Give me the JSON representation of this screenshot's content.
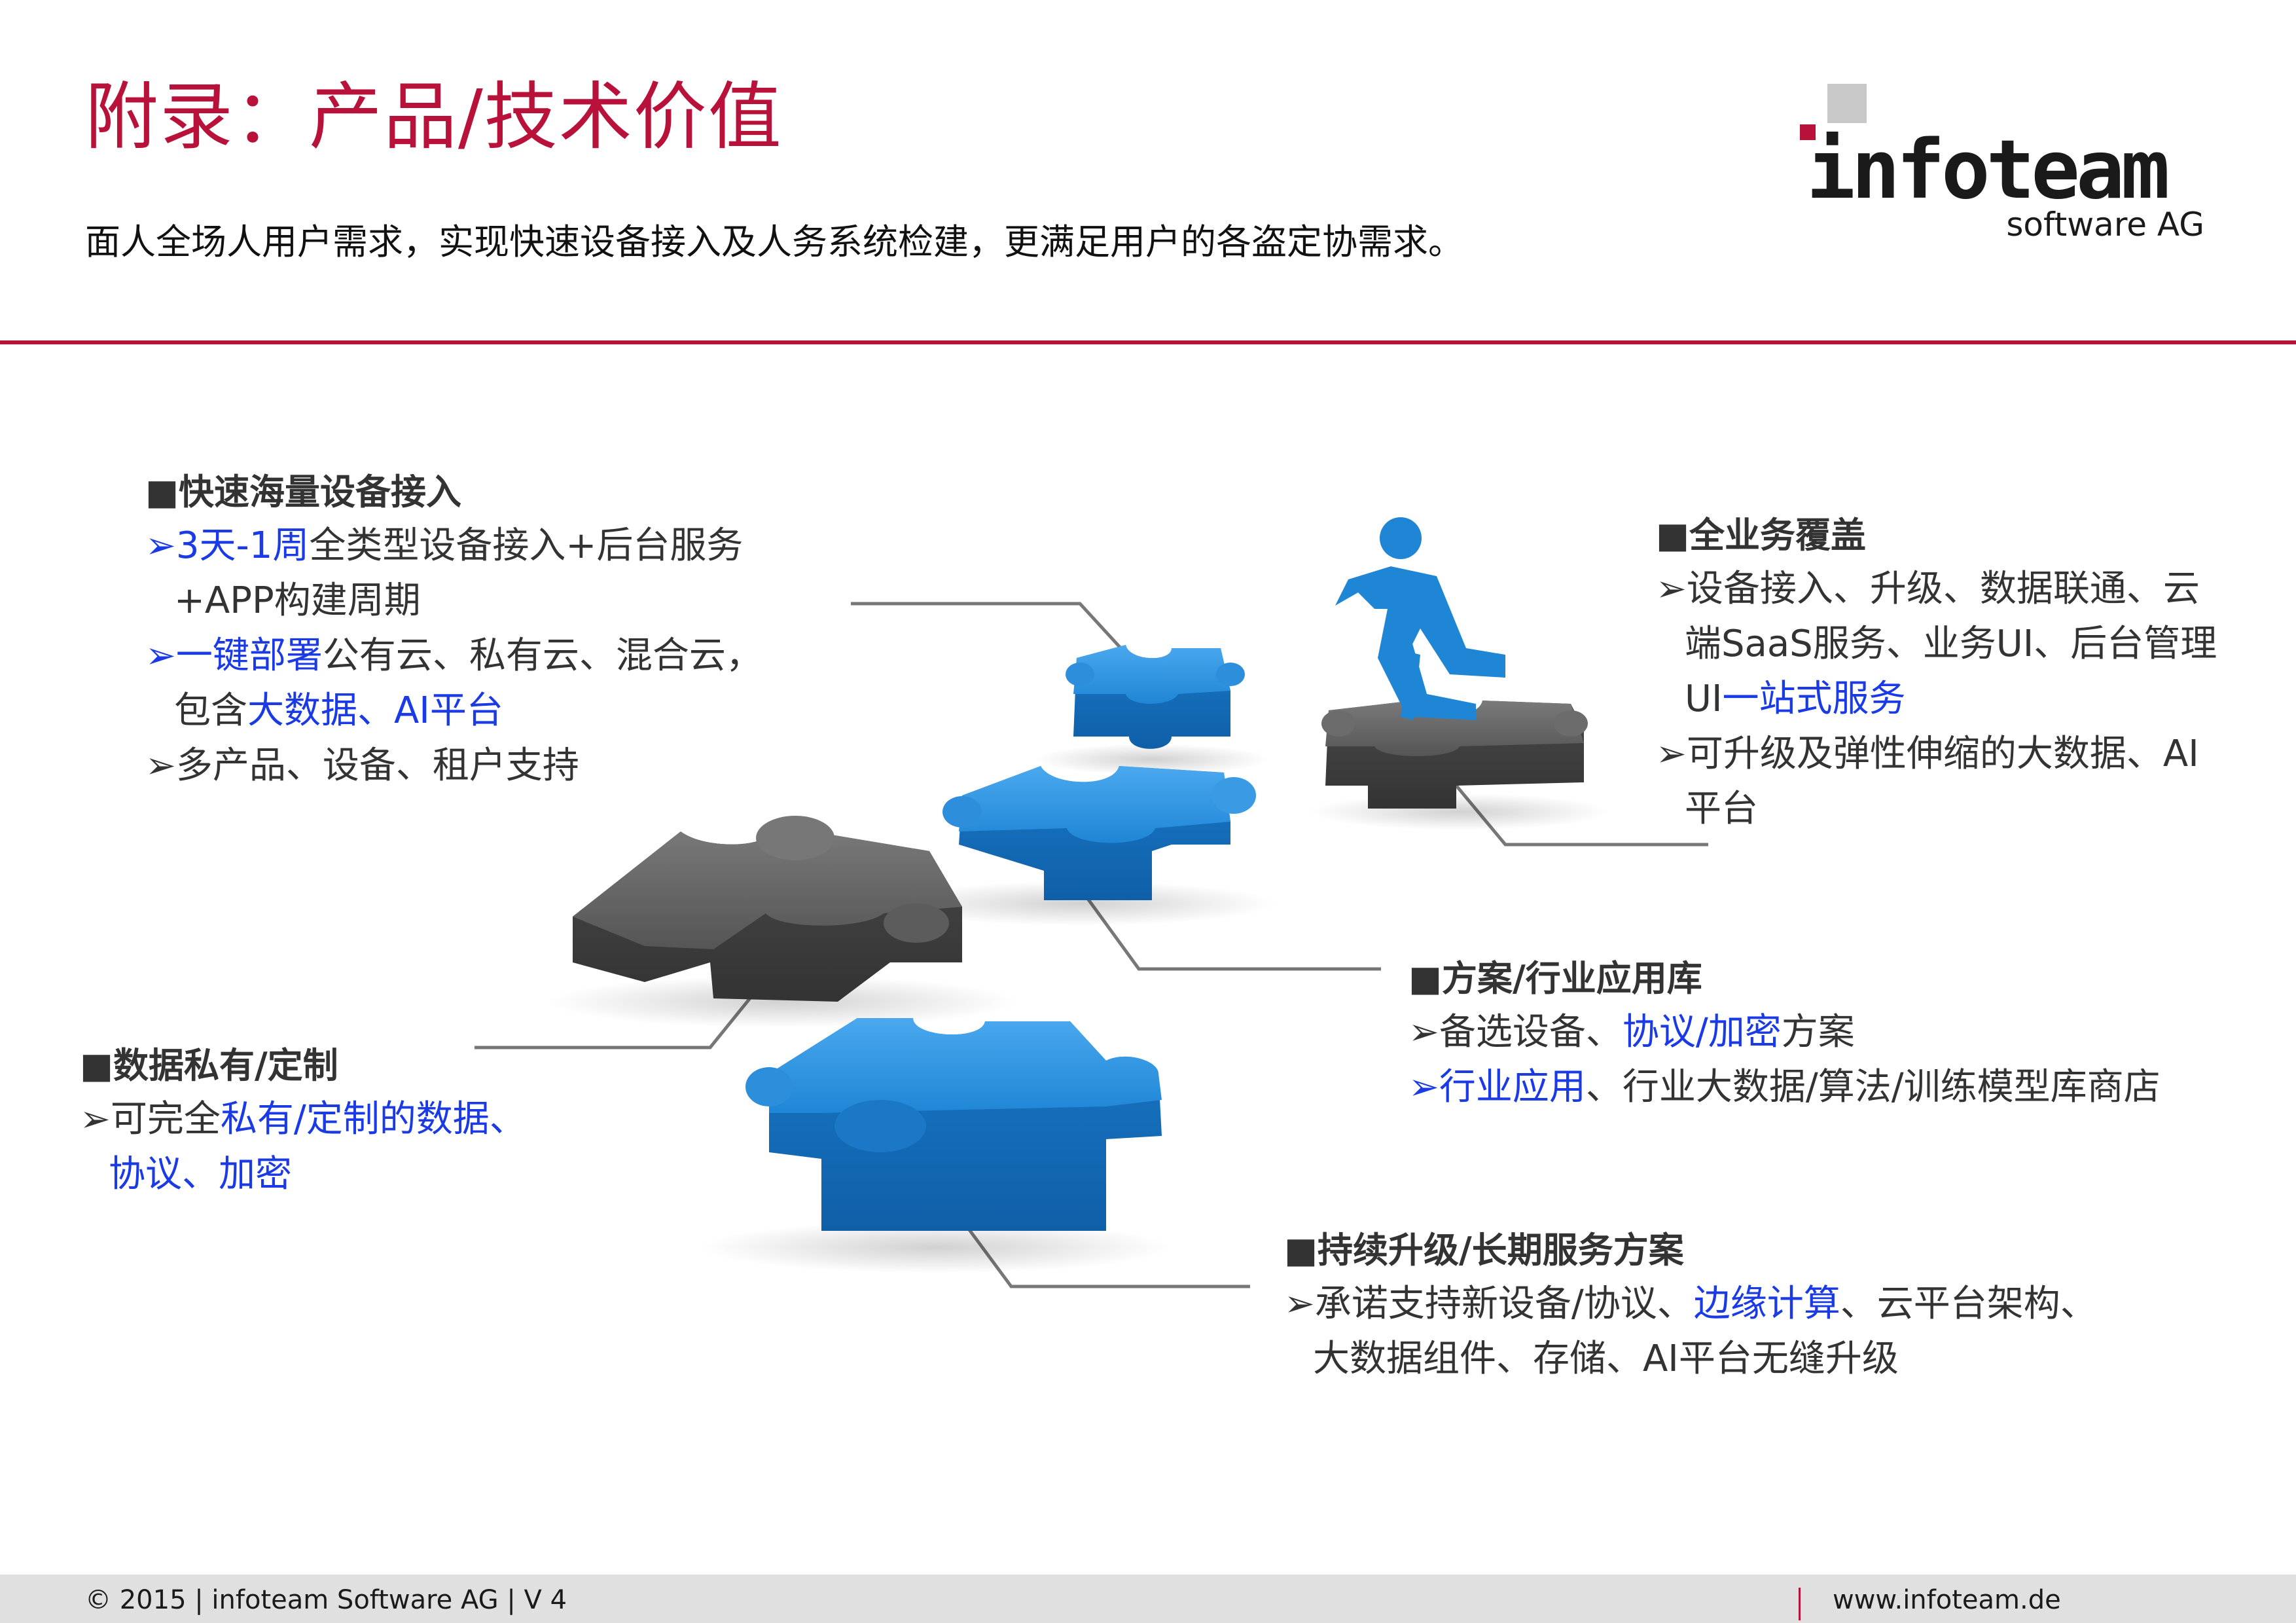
{
  "header": {
    "title": "附录：产品/技术价值",
    "subtitle": "面人全场人用户需求，实现快速设备接入及人务系统检建，更满足用户的各盗定协需求。"
  },
  "logo": {
    "wordmark": "infoteam",
    "sub": "software AG"
  },
  "colors": {
    "brand_red": "#b8123a",
    "highlight_blue": "#1a3ae6",
    "puzzle_blue": "#1f86d6",
    "puzzle_gray": "#5a5a5a",
    "runner_blue": "#1f86d6"
  },
  "icons": {
    "runner": "running-person-icon",
    "puzzle": "puzzle-piece-icon"
  },
  "blocks": {
    "fast_access": {
      "heading": "■快速海量设备接入",
      "l1_arrow": "➢",
      "l1_hl": "3天-1周",
      "l1_text": "全类型设备接入+后台服务",
      "l2_text": "+APP构建周期",
      "l3_arrow": "➢",
      "l3_hl": "一键部署",
      "l3_text": "公有云、私有云、混合云，",
      "l4_text": "包含",
      "l4_hl": "大数据、AI平台",
      "l5_arrow": "➢",
      "l5_text": "多产品、设备、租户支持"
    },
    "full_coverage": {
      "heading": "■全业务覆盖",
      "l1_arrow": "➢",
      "l1_text": "设备接入、升级、数据联通、云",
      "l2_text": "端SaaS服务、业务UI、后台管理",
      "l3_text": "UI",
      "l3_hl": "一站式服务",
      "l4_arrow": "➢",
      "l4_text": "可升级及弹性伸缩的大数据、AI",
      "l5_text": "平台"
    },
    "solutions": {
      "heading": "■方案/行业应用库",
      "l1_arrow": "➢",
      "l1_text_a": "备选设备、",
      "l1_hl": "协议/加密",
      "l1_text_b": "方案",
      "l2_arrow": "➢",
      "l2_hl": "行业应用",
      "l2_text": "、行业大数据/算法/训练模型库商店"
    },
    "private_data": {
      "heading": "■数据私有/定制",
      "l1_arrow": "➢",
      "l1_text": "可完全",
      "l1_hl": "私有/定制的数据、",
      "l2_hl": "协议、加密"
    },
    "upgrade": {
      "heading": "■持续升级/长期服务方案",
      "l1_arrow": "➢",
      "l1_text_a": "承诺支持新设备/协议、",
      "l1_hl": "边缘计算",
      "l1_text_b": "、云平台架构、",
      "l2_text": "大数据组件、存储、AI平台无缝升级"
    }
  },
  "footer": {
    "left": "© 2015 | infoteam Software AG | V 4",
    "right": "www.infoteam.de"
  }
}
